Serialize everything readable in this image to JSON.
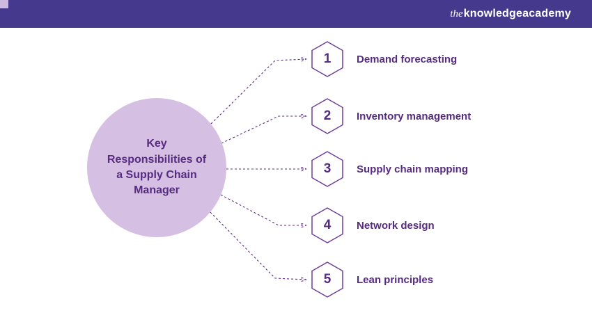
{
  "header": {
    "logo": {
      "prefix": "the",
      "name": "knowledgeacademy"
    }
  },
  "main": {
    "title": "Key Responsibilities of a Supply Chain Manager",
    "items": [
      {
        "number": "1",
        "label": "Demand forecasting"
      },
      {
        "number": "2",
        "label": "Inventory management"
      },
      {
        "number": "3",
        "label": "Supply chain mapping"
      },
      {
        "number": "4",
        "label": "Network design"
      },
      {
        "number": "5",
        "label": "Lean principles"
      }
    ]
  },
  "colors": {
    "header_bar": "#44398C",
    "accent_text": "#562B80",
    "circle_fill": "#D5BFE2",
    "hexagon_border": "#6F3F97",
    "connector_line": "#5B2A82",
    "corner_accent": "#CDBADF"
  }
}
